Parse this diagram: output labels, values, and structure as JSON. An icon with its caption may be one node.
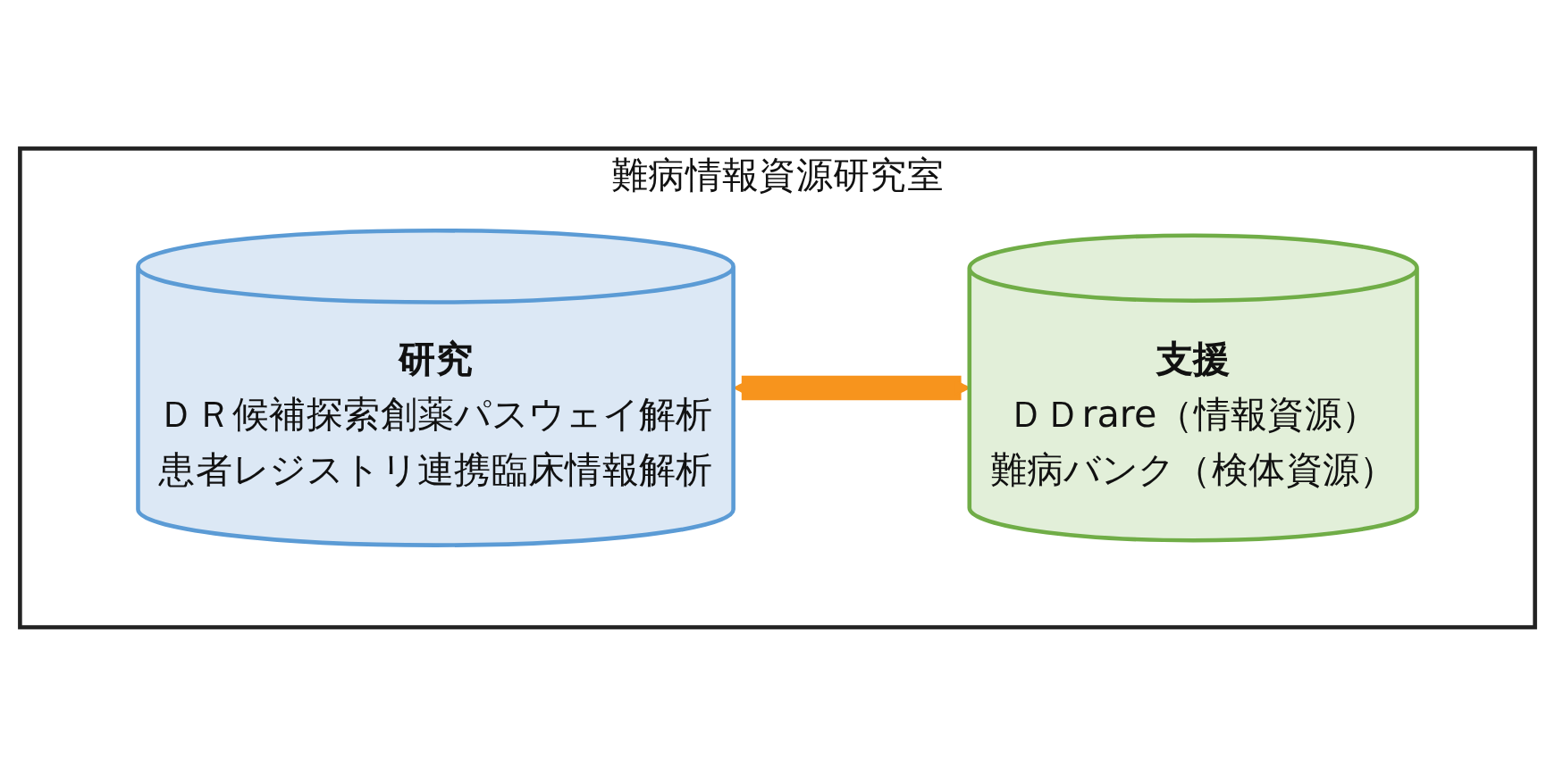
{
  "diagram": {
    "nodes": [
      {
        "text": [
          "難病情報資源研究室"
        ]
      },
      {
        "text": [
          "研究",
          "ＤＲ候補探索創薬パスウェイ解析",
          "患者レジストリ連携臨床情報解析"
        ],
        "in": 0
      },
      {
        "text": [
          "支援",
          "ＤＤrare（情報資源）",
          "難病バンク（検体資源）"
        ],
        "in": 0
      }
    ],
    "edges": [
      {
        "from": 1,
        "to": 2,
        "arrow": "both",
        "color": "#f7941d"
      }
    ]
  }
}
